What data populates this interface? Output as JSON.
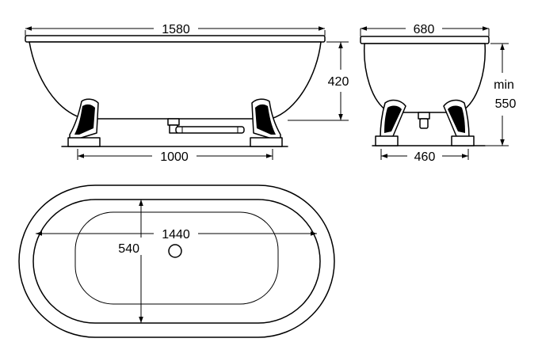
{
  "diagram": {
    "side_view": {
      "overall_length": "1580",
      "height": "420",
      "foot_spacing": "1000"
    },
    "end_view": {
      "overall_width": "680",
      "foot_spacing": "460",
      "min_height_line1": "min",
      "min_height_line2": "550"
    },
    "plan_view": {
      "internal_length": "1440",
      "internal_width": "540"
    }
  },
  "colors": {
    "line": "#000000",
    "background": "#ffffff"
  }
}
